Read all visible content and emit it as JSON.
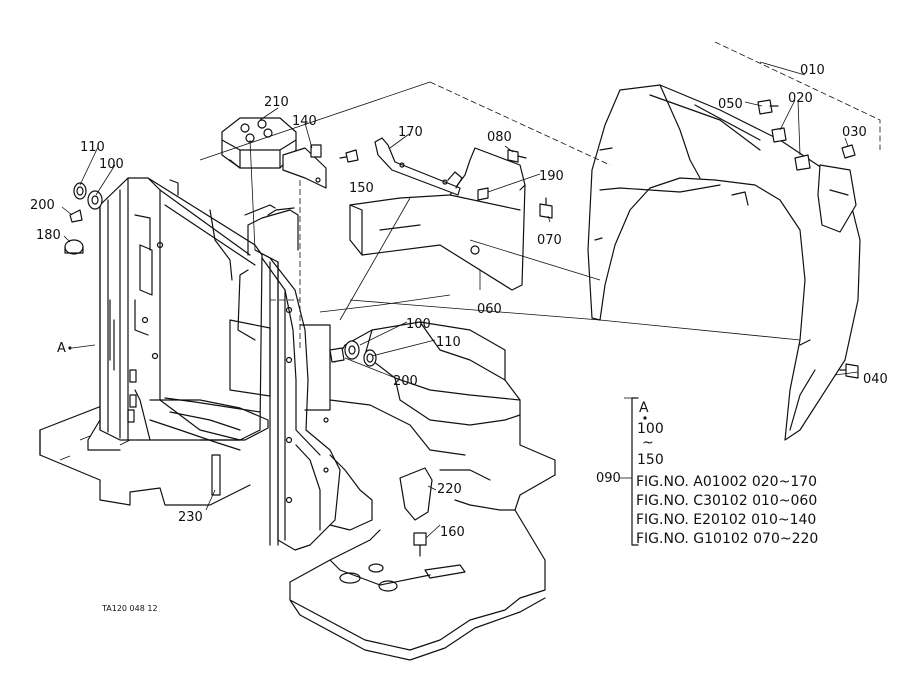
{
  "part_labels": {
    "p010": "010",
    "p020": "020",
    "p030": "030",
    "p040": "040",
    "p050": "050",
    "p060": "060",
    "p070": "070",
    "p080": "080",
    "p090": "090",
    "p100a": "100",
    "p100b": "100",
    "p110a": "110",
    "p110b": "110",
    "p140": "140",
    "p150": "150",
    "p160": "160",
    "p170": "170",
    "p180": "180",
    "p190": "190",
    "p200a": "200",
    "p200b": "200",
    "p210": "210",
    "p220": "220",
    "p230": "230",
    "pA": "A"
  },
  "reference_block": {
    "head_a": "A",
    "head_100": "100",
    "head_tilde": "~",
    "head_150": "150",
    "rows": [
      "FIG.NO. A01002  020~170",
      "FIG.NO. C30102  010~060",
      "FIG.NO. E20102  010~140",
      "FIG.NO. G10102  070~220"
    ]
  },
  "drawing_code": "TA120  048  12"
}
